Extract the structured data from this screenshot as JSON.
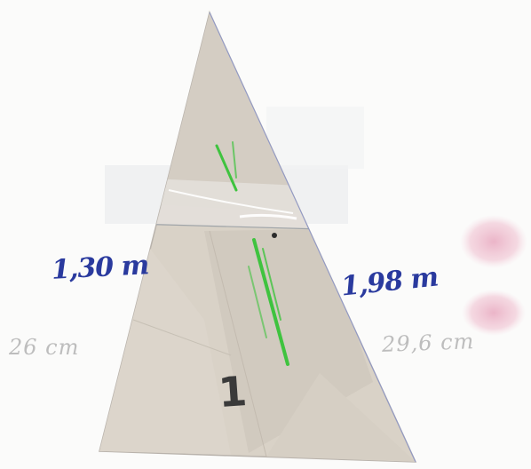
{
  "labels": {
    "left_edge_meters": "1,30 m",
    "right_edge_meters": "1,98 m",
    "left_edge_centimeters": "26 cm",
    "right_edge_centimeters": "29,6 cm",
    "piece_number": "1"
  },
  "colors": {
    "ink_blue": "#2a3a9e",
    "pencil_gray": "#bdbdbd",
    "cardboard": "#d9d2c7",
    "marker_green": "#3fc33f",
    "stamp_pink": "#e8a8bf"
  }
}
